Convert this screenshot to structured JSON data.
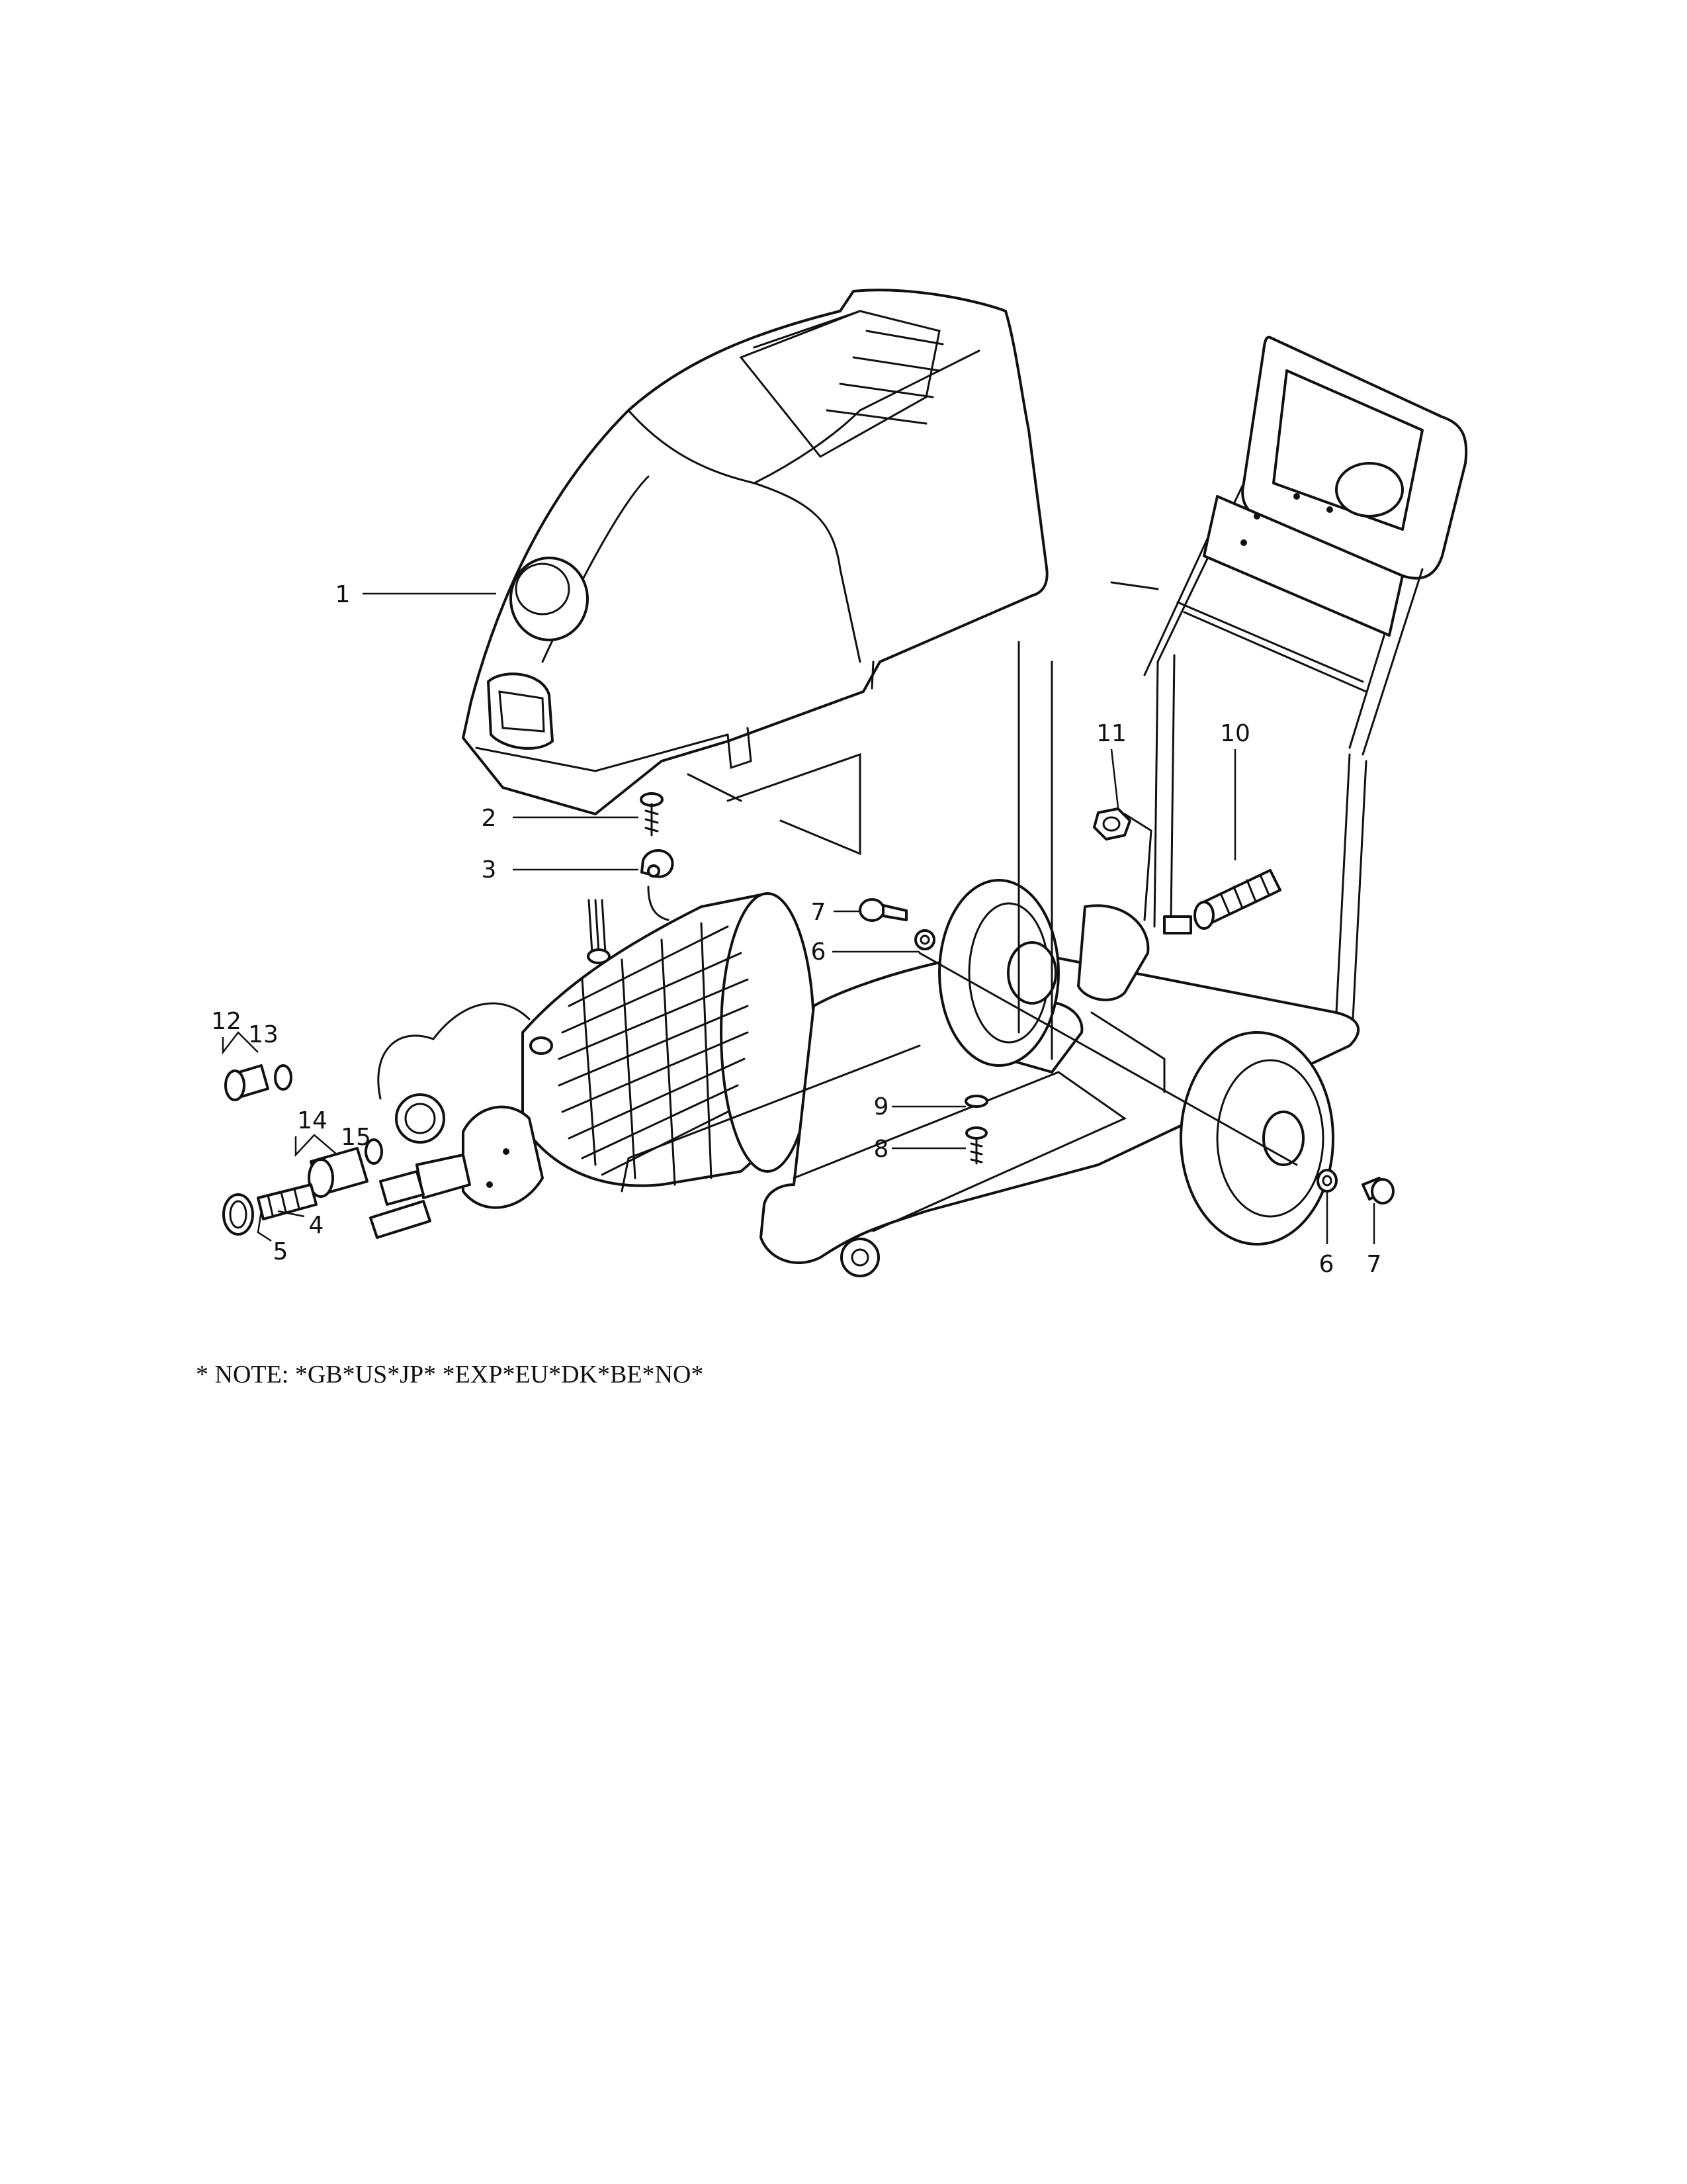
{
  "callouts": [
    {
      "id": "1",
      "text": "1"
    },
    {
      "id": "2",
      "text": "2"
    },
    {
      "id": "3",
      "text": "3"
    },
    {
      "id": "4",
      "text": "4"
    },
    {
      "id": "5",
      "text": "5"
    },
    {
      "id": "6a",
      "text": "6"
    },
    {
      "id": "6b",
      "text": "6"
    },
    {
      "id": "7a",
      "text": "7"
    },
    {
      "id": "7b",
      "text": "7"
    },
    {
      "id": "8",
      "text": "8"
    },
    {
      "id": "9",
      "text": "9"
    },
    {
      "id": "10",
      "text": "10"
    },
    {
      "id": "11",
      "text": "11"
    },
    {
      "id": "12",
      "text": "12"
    },
    {
      "id": "13",
      "text": "13"
    },
    {
      "id": "14",
      "text": "14"
    },
    {
      "id": "15",
      "text": "15"
    }
  ],
  "note": "* NOTE: *GB*US*JP* *EXP*EU*DK*BE*NO*"
}
